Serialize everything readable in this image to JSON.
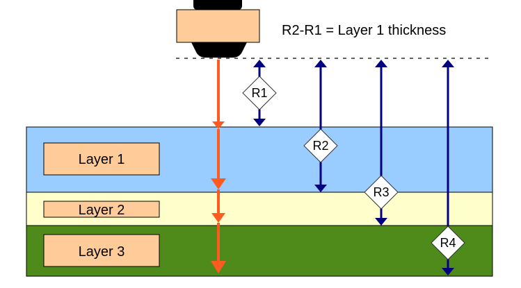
{
  "equation_label": "R2-R1 = Layer 1 thickness",
  "layers": [
    {
      "label": "Layer 1",
      "color": "#99CCFF"
    },
    {
      "label": "Layer 2",
      "color": "#FFFFCC"
    },
    {
      "label": "Layer 3",
      "color": "#4E8B1A"
    }
  ],
  "measurements": [
    {
      "label": "R1"
    },
    {
      "label": "R2"
    },
    {
      "label": "R3"
    },
    {
      "label": "R4"
    }
  ],
  "colors": {
    "probe_body": "#FFCC99",
    "probe_cap": "#000000",
    "beam": "#FF5A1F",
    "measure_arrow": "#000080",
    "surface_line": "#000000"
  },
  "icons": {
    "probe": "transducer-probe-icon"
  }
}
